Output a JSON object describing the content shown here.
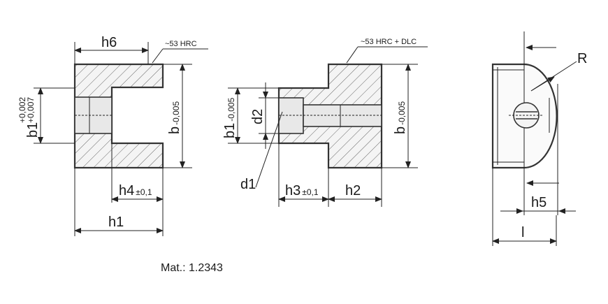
{
  "views": {
    "left": {
      "hardness_note": "~53 HRC",
      "dims": {
        "h6": "h6",
        "h4": "h4",
        "h4_tol": "±0,1",
        "h1": "h1",
        "b1": "b1",
        "b1_tol_upper": "+0,002",
        "b1_tol_lower": "+0,007",
        "b": "b",
        "b_tol": "-0,005"
      }
    },
    "middle": {
      "hardness_note": "~53 HRC + DLC",
      "dims": {
        "b1": "b1",
        "b1_tol": "-0,005",
        "d2": "d2",
        "b": "b",
        "b_tol": "-0,005",
        "d1": "d1",
        "h3": "h3",
        "h3_tol": "±0,1",
        "h2": "h2"
      }
    },
    "right": {
      "dims": {
        "R": "R",
        "h5": "h5",
        "l": "l"
      }
    }
  },
  "material": "Mat.: 1.2343"
}
